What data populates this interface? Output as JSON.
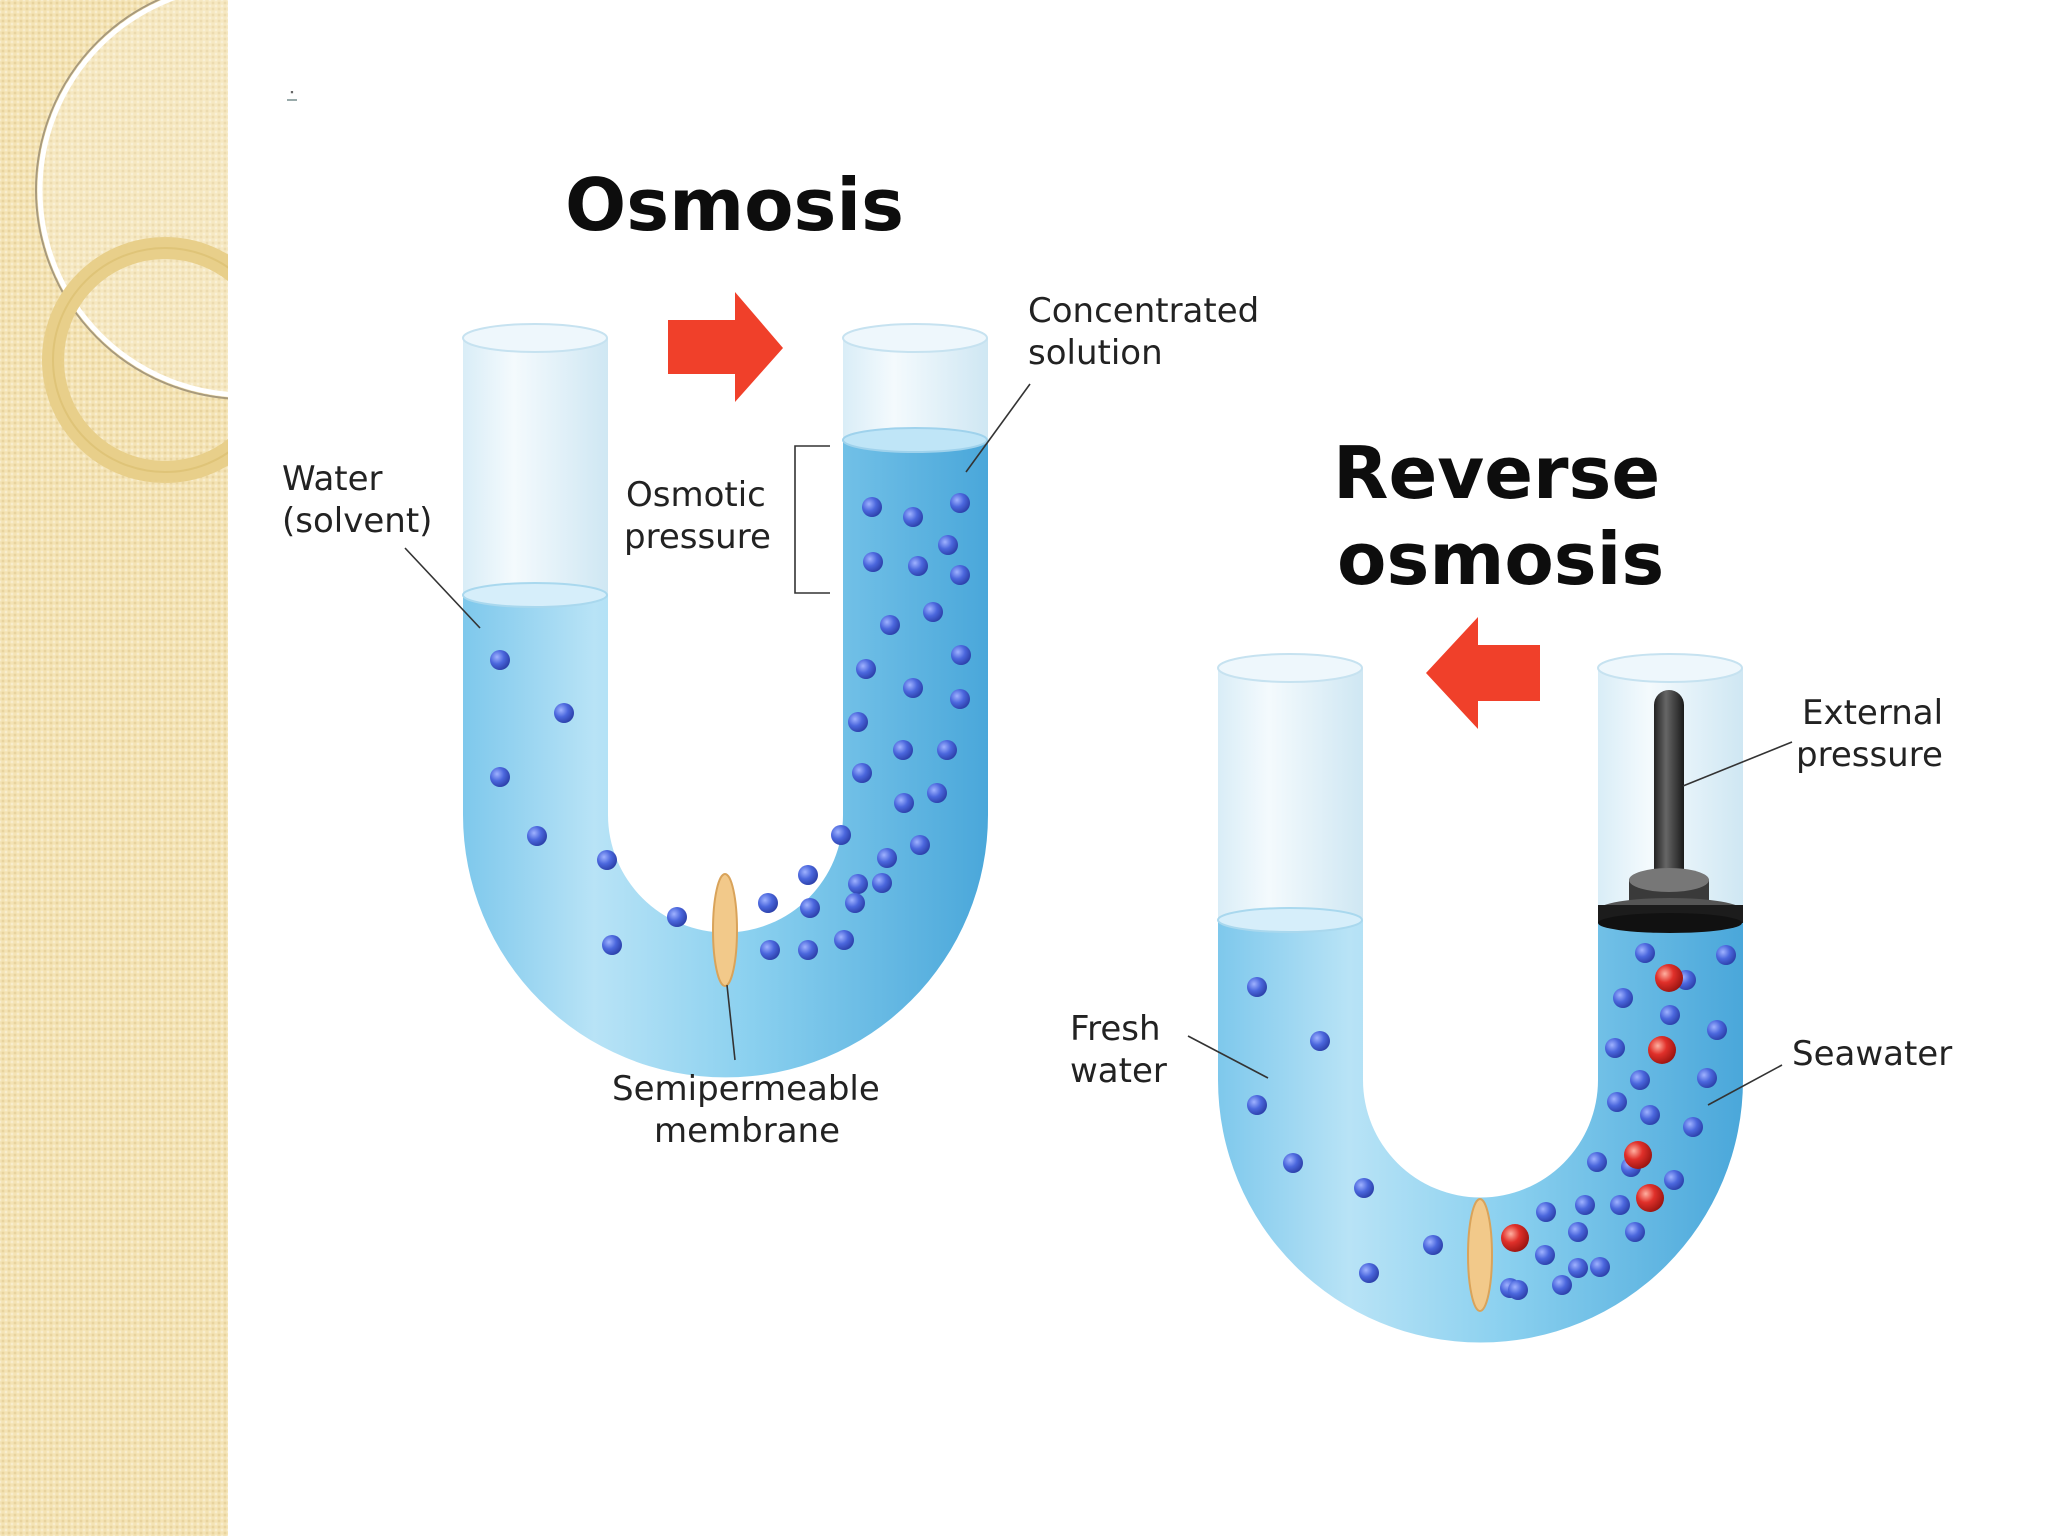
{
  "slide_marker": "▪",
  "osmosis": {
    "title": "Osmosis",
    "labels": {
      "water_line1": "Water",
      "water_line2": "(solvent)",
      "osmotic_line1": "Osmotic",
      "osmotic_line2": "pressure",
      "concentrated_line1": "Concentrated",
      "concentrated_line2": "solution",
      "membrane_line1": "Semipermeable",
      "membrane_line2": "membrane"
    }
  },
  "reverse_osmosis": {
    "title_line1": "Reverse",
    "title_line2": "osmosis",
    "labels": {
      "fresh_line1": "Fresh",
      "fresh_line2": "water",
      "external_line1": "External",
      "external_line2": "pressure",
      "seawater": "Seawater"
    }
  },
  "colors": {
    "water": "#8cd0ee",
    "water_dark": "#4fb1e0",
    "glass": "#e6f3fa",
    "molecule_blue": "#4b67dd",
    "molecule_red": "#d8261e",
    "arrow": "#f0402a",
    "membrane": "#f2c98a",
    "sidebar": "#f4e3b4"
  }
}
